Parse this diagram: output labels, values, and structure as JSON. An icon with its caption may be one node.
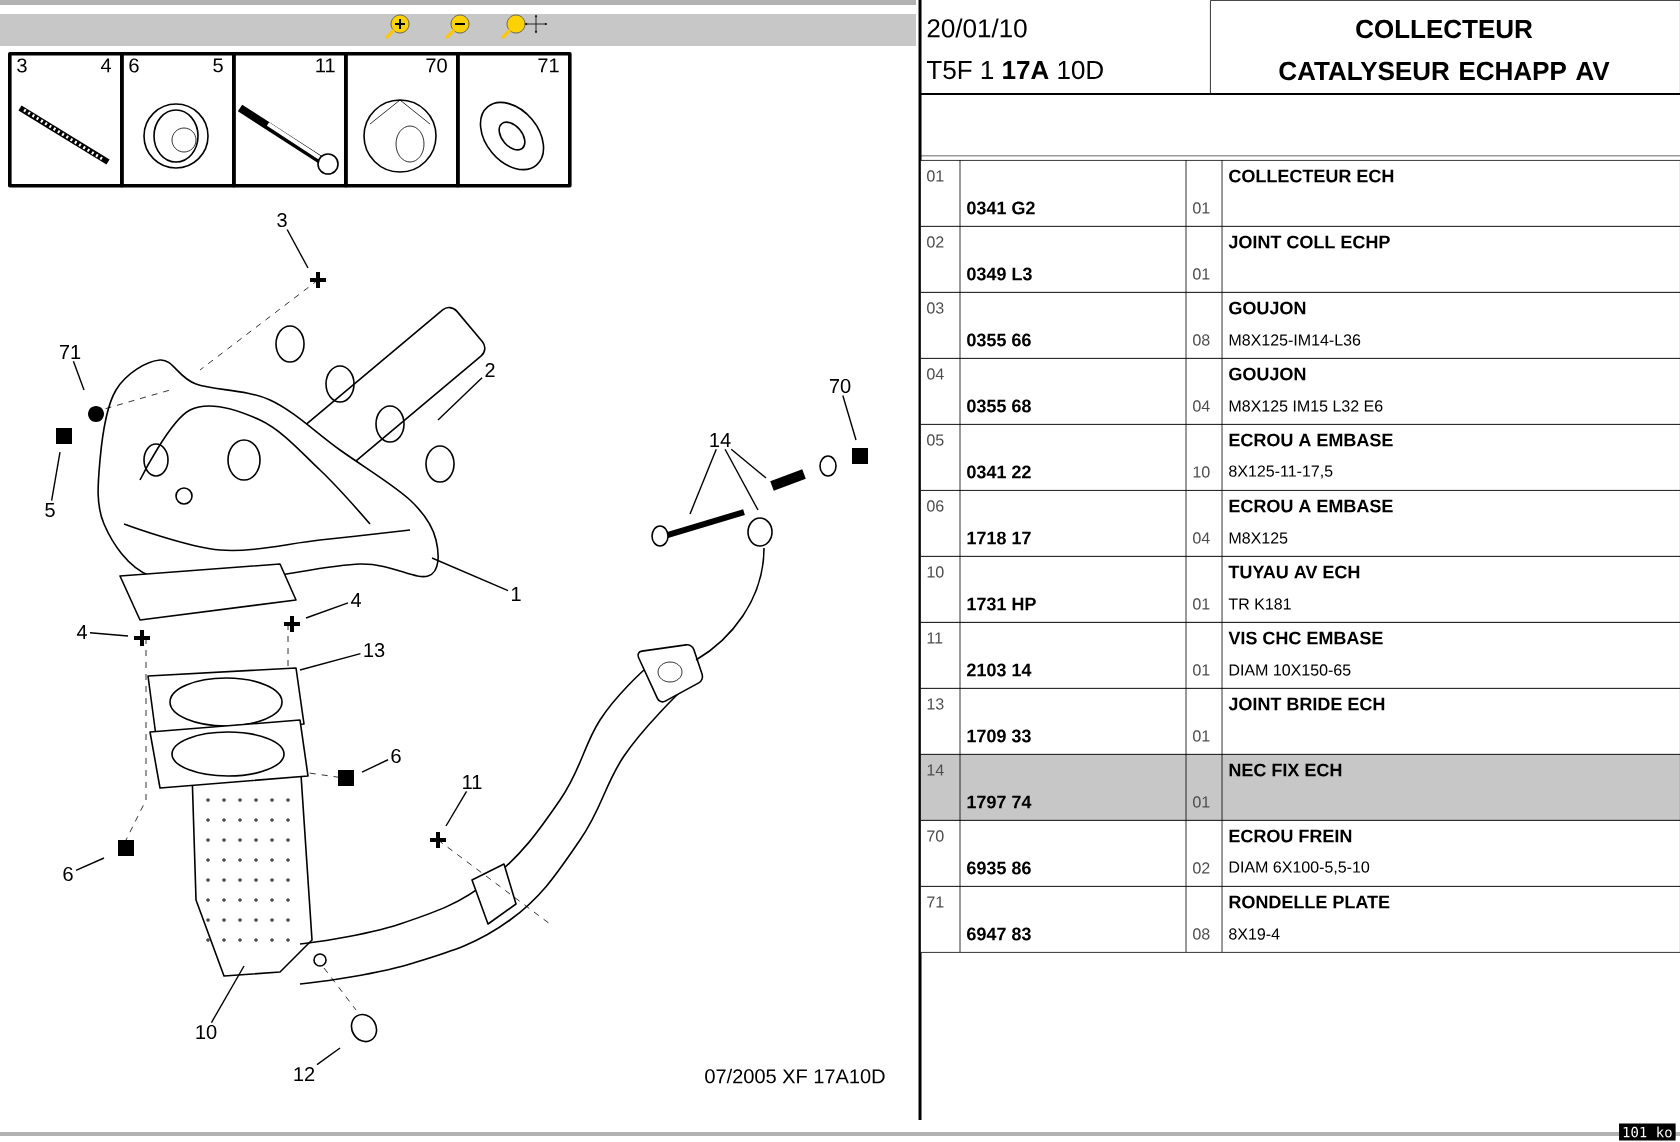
{
  "diagram": {
    "nodes": [
      {
        "text": [
          "3",
          "4"
        ]
      },
      {
        "text": [
          "6",
          "5"
        ]
      },
      {
        "text": [
          "11"
        ]
      },
      {
        "text": [
          "70"
        ]
      },
      {
        "text": [
          "71"
        ]
      },
      {
        "text": [
          "3"
        ]
      },
      {
        "text": [
          "71"
        ]
      },
      {
        "text": [
          "5"
        ]
      },
      {
        "text": [
          "2"
        ]
      },
      {
        "text": [
          "1"
        ]
      },
      {
        "text": [
          "4"
        ]
      },
      {
        "text": [
          "4"
        ]
      },
      {
        "text": [
          "13"
        ]
      },
      {
        "text": [
          "14"
        ]
      },
      {
        "text": [
          "70"
        ]
      },
      {
        "text": [
          "6"
        ]
      },
      {
        "text": [
          "6"
        ]
      },
      {
        "text": [
          "11"
        ]
      },
      {
        "text": [
          "10"
        ]
      },
      {
        "text": [
          "12"
        ]
      },
      {
        "text": [
          "20/01/10",
          "T5F 1 **17A** 10D"
        ]
      },
      {
        "text": [
          "COLLECTEUR CATALYSEUR ECHAPP AV"
        ]
      },
      {
        "text": [
          "01",
          "0341 G2",
          "01",
          "COLLECTEUR ECH"
        ]
      },
      {
        "text": [
          "02",
          "0349 L3",
          "01",
          "JOINT COLL ECHP"
        ]
      },
      {
        "text": [
          "03",
          "0355 66",
          "08",
          "GOUJON",
          "M8X125-IM14-L36"
        ]
      },
      {
        "text": [
          "04",
          "0355 68",
          "04",
          "GOUJON",
          "M8X125 IM15 L32 E6"
        ]
      },
      {
        "text": [
          "05",
          "0341 22",
          "10",
          "ECROU A EMBASE",
          "8X125-11-17,5"
        ]
      },
      {
        "text": [
          "06",
          "1718 17",
          "04",
          "ECROU A EMBASE",
          "M8X125"
        ]
      },
      {
        "text": [
          "10",
          "1731 HP",
          "01",
          "TUYAU AV ECH",
          "TR K181"
        ]
      },
      {
        "text": [
          "11",
          "2103 14",
          "01",
          "VIS CHC EMBASE",
          "DIAM 10X150-65"
        ]
      },
      {
        "text": [
          "13",
          "1709 33",
          "01",
          "JOINT BRIDE ECH"
        ]
      },
      {
        "text": [
          "14",
          "1797 74",
          "01",
          "NEC FIX ECH"
        ]
      },
      {
        "text": [
          "70",
          "6935 86",
          "02",
          "ECROU FREIN",
          "DIAM 6X100-5,5-10"
        ]
      },
      {
        "text": [
          "71",
          "6947 83",
          "08",
          "RONDELLE PLATE",
          "8X19-4"
        ]
      }
    ],
    "edges": [
      {
        "from": 5,
        "to": null,
        "arrow": "none"
      },
      {
        "from": 6,
        "to": null,
        "arrow": "none"
      },
      {
        "from": 7,
        "to": null,
        "arrow": "none"
      },
      {
        "from": 8,
        "to": null,
        "arrow": "none"
      },
      {
        "from": 9,
        "to": null,
        "arrow": "none"
      },
      {
        "from": 10,
        "to": null,
        "arrow": "none"
      },
      {
        "from": 11,
        "to": null,
        "arrow": "none"
      },
      {
        "from": 12,
        "to": null,
        "arrow": "none"
      },
      {
        "from": 13,
        "to": null,
        "arrow": "none"
      },
      {
        "from": 13,
        "to": null,
        "arrow": "none"
      },
      {
        "from": 13,
        "to": null,
        "arrow": "none"
      },
      {
        "from": 14,
        "to": null,
        "arrow": "none"
      },
      {
        "from": 15,
        "to": null,
        "arrow": "none"
      },
      {
        "from": 16,
        "to": null,
        "arrow": "none"
      },
      {
        "from": 17,
        "to": null,
        "arrow": "none"
      },
      {
        "from": 18,
        "to": null,
        "arrow": "none"
      },
      {
        "from": 19,
        "to": null,
        "arrow": "none"
      }
    ],
    "labels": [
      "07/2005 XF 17A10D",
      "101 ko"
    ]
  }
}
